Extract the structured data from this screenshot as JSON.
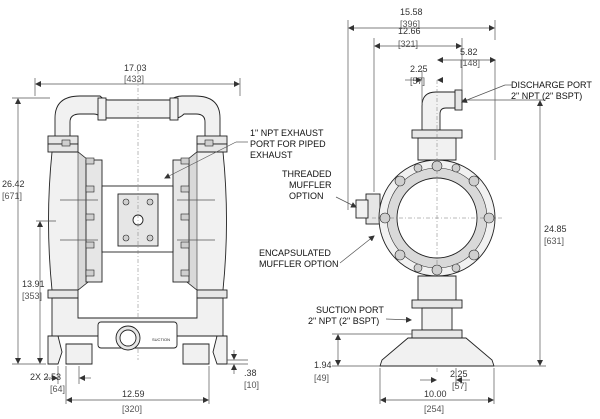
{
  "front_view": {
    "overall_width": {
      "in": "17.03",
      "mm": "[433]"
    },
    "overall_height": {
      "in": "26.42",
      "mm": "[671]"
    },
    "centerline_height": {
      "in": "13.91",
      "mm": "[353]"
    },
    "foot_spacing": {
      "in": "2X 2.53",
      "mm": "[64]"
    },
    "mount_width": {
      "in": "12.59",
      "mm": "[320]"
    },
    "base_thickness": {
      "in": ".38",
      "mm": "[10]"
    },
    "exhaust_note": [
      "1\" NPT EXHAUST",
      "PORT FOR PIPED",
      "EXHAUST"
    ],
    "suction_marking": "SUCTION"
  },
  "side_view": {
    "overall_depth": {
      "in": "15.58",
      "mm": "[396]"
    },
    "depth_to_port": {
      "in": "12.66",
      "mm": "[321]"
    },
    "port_offset": {
      "in": "5.82",
      "mm": "[148]"
    },
    "discharge_flange": {
      "in": "2.25",
      "mm": "[57]"
    },
    "discharge_height": {
      "in": "24.85",
      "mm": "[631]"
    },
    "suction_height": {
      "in": "1.94",
      "mm": "[49]"
    },
    "suction_flange": {
      "in": "2.25",
      "mm": "[57]"
    },
    "base_length": {
      "in": "10.00",
      "mm": "[254]"
    },
    "discharge_note": [
      "DISCHARGE PORT",
      "2\" NPT (2\" BSPT)"
    ],
    "threaded_muffler_note": [
      "THREADED",
      "MUFFLER",
      "OPTION"
    ],
    "encapsulated_muffler_note": [
      "ENCAPSULATED",
      "MUFFLER OPTION"
    ],
    "suction_note": [
      "SUCTION PORT",
      "2\" NPT (2\" BSPT)"
    ]
  }
}
